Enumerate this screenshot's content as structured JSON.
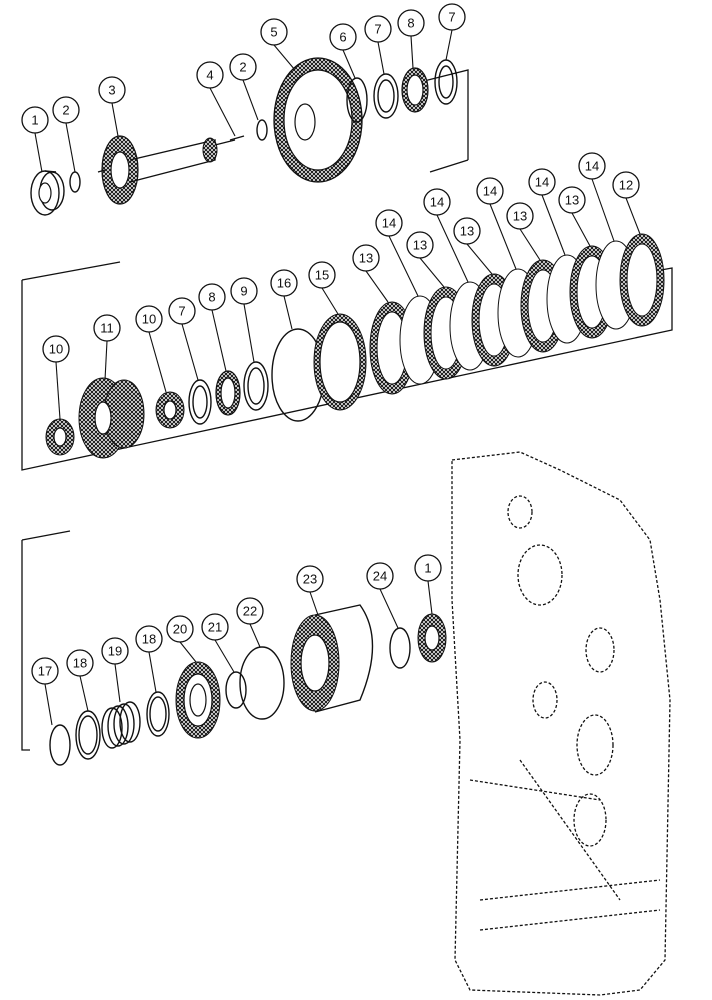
{
  "callouts": {
    "top_row": [
      "1",
      "2",
      "3",
      "4",
      "2",
      "5",
      "6",
      "7",
      "8",
      "7"
    ],
    "middle_row": [
      "10",
      "11",
      "10",
      "7",
      "8",
      "9",
      "16",
      "15",
      "13",
      "14",
      "13",
      "14",
      "13",
      "14",
      "13",
      "14",
      "13",
      "14",
      "12"
    ],
    "bottom_row": [
      "17",
      "18",
      "19",
      "18",
      "20",
      "21",
      "22",
      "23",
      "24",
      "1"
    ]
  },
  "colors": {
    "ink": "#111111",
    "background": "#ffffff"
  }
}
